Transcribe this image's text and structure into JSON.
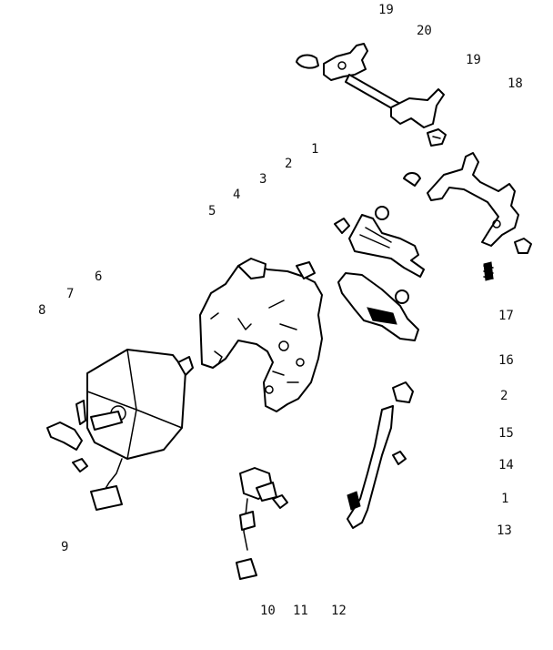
{
  "callouts": [
    {
      "id": "c19a",
      "text": "19"
    },
    {
      "id": "c20",
      "text": "20"
    },
    {
      "id": "c19b",
      "text": "19"
    },
    {
      "id": "c18",
      "text": "18"
    },
    {
      "id": "c1a",
      "text": "1"
    },
    {
      "id": "c2a",
      "text": "2"
    },
    {
      "id": "c3",
      "text": "3"
    },
    {
      "id": "c4",
      "text": "4"
    },
    {
      "id": "c5",
      "text": "5"
    },
    {
      "id": "c6",
      "text": "6"
    },
    {
      "id": "c7",
      "text": "7"
    },
    {
      "id": "c8",
      "text": "8"
    },
    {
      "id": "c17",
      "text": "17"
    },
    {
      "id": "c16",
      "text": "16"
    },
    {
      "id": "c2b",
      "text": "2"
    },
    {
      "id": "c15",
      "text": "15"
    },
    {
      "id": "c14",
      "text": "14"
    },
    {
      "id": "c1b",
      "text": "1"
    },
    {
      "id": "c13",
      "text": "13"
    },
    {
      "id": "c9",
      "text": "9"
    },
    {
      "id": "c10",
      "text": "10"
    },
    {
      "id": "c11",
      "text": "11"
    },
    {
      "id": "c12",
      "text": "12"
    }
  ]
}
